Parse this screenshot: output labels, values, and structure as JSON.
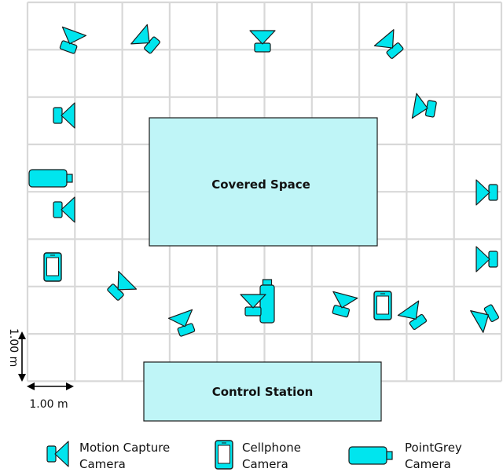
{
  "areas": {
    "covered_space": "Covered Space",
    "control_station": "Control Station"
  },
  "scale": {
    "vertical": "1.00 m",
    "horizontal": "1.00 m"
  },
  "legend": {
    "motion_capture": {
      "line1": "Motion Capture",
      "line2": "Camera",
      "icon": "motion-capture-camera-icon"
    },
    "cellphone": {
      "line1": "Cellphone",
      "line2": "Camera",
      "icon": "cellphone-icon"
    },
    "pointgrey": {
      "line1": "PointGrey",
      "line2": "Camera",
      "icon": "pointgrey-camera-icon"
    }
  },
  "colors": {
    "fill": "#00e5ee",
    "area_fill": "#bff5f7",
    "grid": "#d8d8d8",
    "stroke": "#1a1a1a"
  }
}
